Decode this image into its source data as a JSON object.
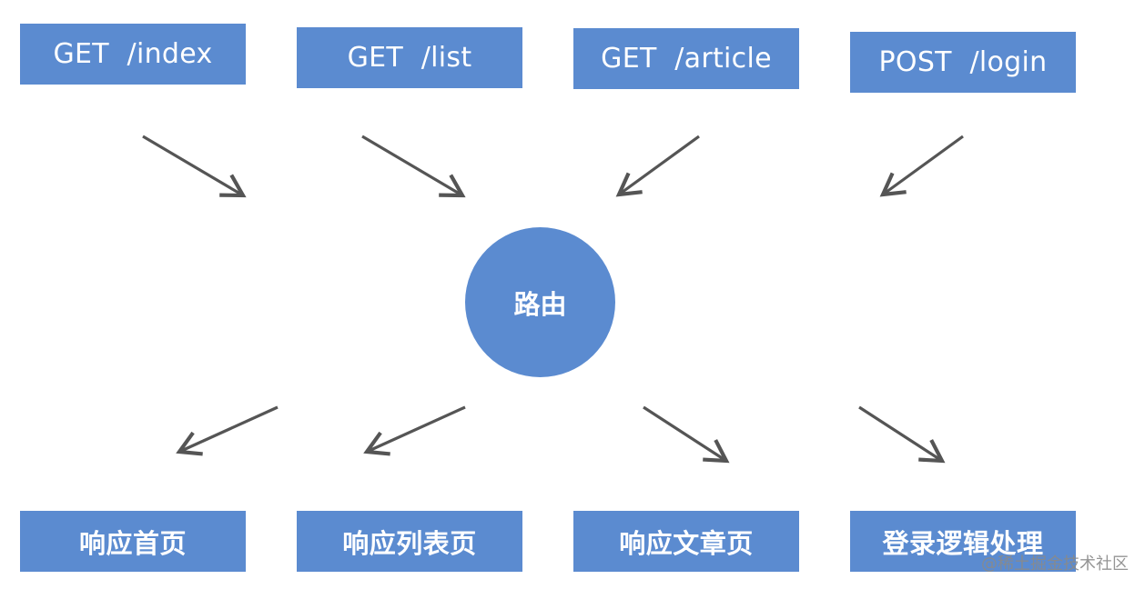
{
  "requests": [
    {
      "label": "GET  /index"
    },
    {
      "label": "GET  /list"
    },
    {
      "label": "GET  /article"
    },
    {
      "label": "POST  /login"
    }
  ],
  "router": {
    "label": "路由"
  },
  "responses": [
    {
      "label": "响应首页"
    },
    {
      "label": "响应列表页"
    },
    {
      "label": "响应文章页"
    },
    {
      "label": "登录逻辑处理"
    }
  ],
  "watermark": "@稀土掘金技术社区",
  "colors": {
    "box_fill": "#5b8bd0",
    "text": "#ffffff",
    "arrow": "#555555"
  }
}
